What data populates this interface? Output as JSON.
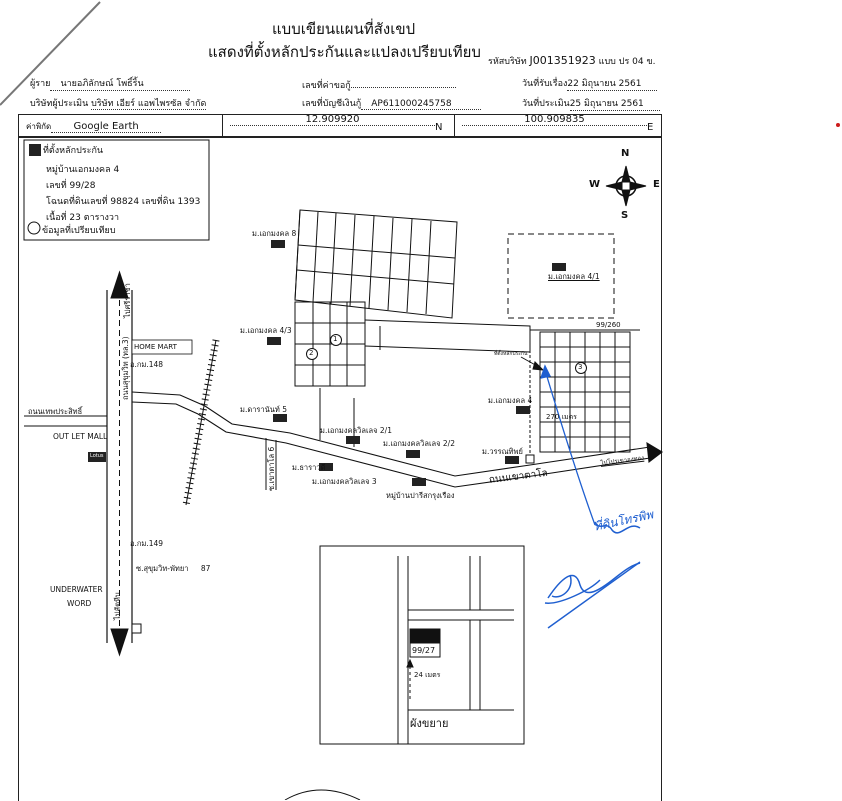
{
  "header": {
    "title_line1": "แบบเขียนแผนที่สังเขป",
    "title_line2": "แสดงที่ตั้งหลักประกันและแปลงเปรียบเทียบ",
    "company_code_label": "รหัสบริษัท",
    "company_code_value": "J001351923",
    "form_label": "แบบ ปร 04 ข.",
    "client_label": "ผู้ราย",
    "client_value": "นายอภิลักษณ์ โพธิ์ริ้น",
    "buyer_label": "เลขที่ค่าขอกู้",
    "buyer_value": "",
    "received_label": "วันที่รับเรื่อง",
    "received_value": "22 มิถุนายน 2561",
    "appraiser_label": "บริษัทผู้ประเมิน",
    "appraiser_value": "บริษัท เอียร์ แอพไพรซัล จำกัด",
    "account_label": "เลขที่บัญชีเงินกู้",
    "account_value": "AP611000245758",
    "appraise_date_label": "วันที่ประเมิน",
    "appraise_date_value": "25 มิถุนายน 2561"
  },
  "coords": {
    "source_label": "ค่าพิกัด",
    "source_value": "Google Earth",
    "lat_value": "12.909920",
    "lat_suffix": "N",
    "lon_value": "100.909835",
    "lon_suffix": "E"
  },
  "legend": {
    "collateral_label": "ที่ตั้งหลักประกัน",
    "village": "หมู่บ้านเอกมงคล 4",
    "house_no": "เลขที่ 99/28",
    "deed": "โฉนดที่ดินเลขที่ 98824 เลขที่ดิน 1393",
    "area": "เนื้อที่ 23 ตารางวา",
    "comparison_label": "ข้อมูลที่เปรียบเทียบ"
  },
  "compass": {
    "n": "N",
    "s": "S",
    "e": "E",
    "w": "W"
  },
  "map_labels": {
    "ekmongkol8": "ม.เอกมงคล 8",
    "ekmongkol41": "ม.เอกมงคล 4/1",
    "ekmongkol43": "ม.เอกมงคล 4/3",
    "ekmongkol4": "ม.เอกมงคล 4",
    "home_mart": "HOME MART",
    "km148": "อ.กม.148",
    "km149": "อ.กม.149",
    "road_phetprasit": "ถนนเทพประสิทธิ์",
    "outlet_mall": "OUT LET MALL",
    "lotus": "Lotus",
    "road_sukhumvit": "ถนนสุขุมวิท (ทล.3)",
    "to_sriracha": "ไปศรีราชา",
    "to_sattahip": "ไปสัตหีบ",
    "sukhumvit_pattaya": "ซ.สุขุมวิท-พัทยา",
    "sukhumvit_num": "87",
    "underwater": "UNDERWATER",
    "word": "WORD",
    "daranuch5": "ม.ดารานันท์ 5",
    "ekmongkol_vilage21": "ม.เอกมงคลวิลเลจ 2/1",
    "ekmongkol_vilage22": "ม.เอกมงคลวิลเลจ 2/2",
    "ekmongkol_vilage3": "ม.เอกมงคลวิลเลจ 3",
    "soi_khaotalo6": "ซ.เขาตาโล 6",
    "tarawadee": "ม.ธาราวดี",
    "wannatip": "ม.วรรณทิพย์",
    "baan_pratkrung": "หมู่บ้านปารีสกรุงเรือง",
    "road_khaotalo": "ถนนเขาตาโล",
    "to_khaomaikaew": "ไปโปรเขาองทอง",
    "plot_99_260": "99/260",
    "distance_270": "270 เมตร",
    "collateral_small": "ที่ตั้งหลักประกัน",
    "c1": "1",
    "c2": "2",
    "c3": "3"
  },
  "inset": {
    "plot_label": "99/27",
    "distance": "24 เมตร",
    "caption": "ผังขยาย"
  },
  "signature": {
    "name": "ที่ดินโทรพิพ"
  }
}
